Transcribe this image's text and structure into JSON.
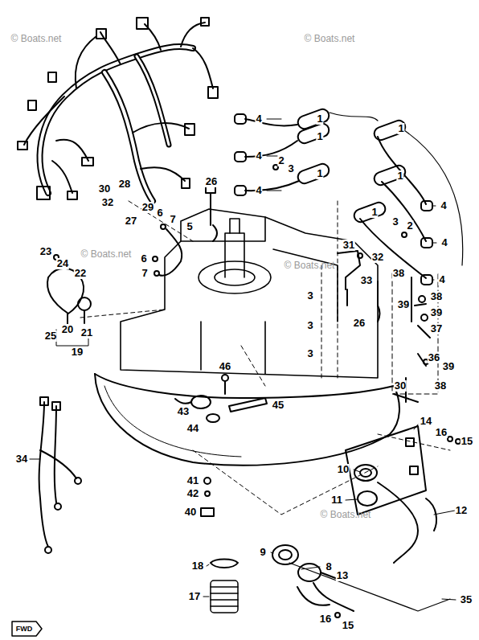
{
  "diagram": {
    "labels": [
      "© Boats.net",
      "© Boats.net",
      "© Boats.net",
      "© Boats.net",
      "© Boats.net",
      "4",
      "1",
      "1",
      "2",
      "3",
      "4",
      "1",
      "4",
      "1",
      "1",
      "1",
      "4",
      "3",
      "2",
      "4",
      "31",
      "32",
      "33",
      "4",
      "38",
      "38",
      "39",
      "39",
      "37",
      "26",
      "36",
      "39",
      "30",
      "38",
      "3",
      "3",
      "3",
      "30",
      "32",
      "28",
      "26",
      "29",
      "27",
      "6",
      "7",
      "5",
      "6",
      "7",
      "23",
      "24",
      "22",
      "20",
      "21",
      "25",
      "19",
      "46",
      "45",
      "43",
      "44",
      "34",
      "41",
      "42",
      "40",
      "14",
      "16",
      "15",
      "10",
      "11",
      "12",
      "9",
      "8",
      "18",
      "13",
      "35",
      "17",
      "16",
      "15",
      "FWD"
    ]
  }
}
